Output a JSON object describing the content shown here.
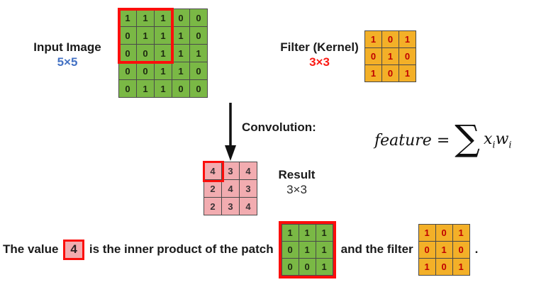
{
  "colors": {
    "grid_green": "#7ab845",
    "grid_orange": "#f3b028",
    "grid_pink": "#f2acb0",
    "highlight_red": "#fb0f0c",
    "label_blue": "#4472c4",
    "label_red": "#fb1a14",
    "filter_number_red": "#c00000"
  },
  "input": {
    "label": "Input Image",
    "size_label": "5×5",
    "grid": {
      "values": [
        [
          1,
          1,
          1,
          0,
          0
        ],
        [
          0,
          1,
          1,
          1,
          0
        ],
        [
          0,
          0,
          1,
          1,
          1
        ],
        [
          0,
          0,
          1,
          1,
          0
        ],
        [
          0,
          1,
          1,
          0,
          0
        ]
      ]
    }
  },
  "filter": {
    "label": "Filter (Kernel)",
    "size_label": "3×3",
    "grid": {
      "values": [
        [
          1,
          0,
          1
        ],
        [
          0,
          1,
          0
        ],
        [
          1,
          0,
          1
        ]
      ]
    }
  },
  "convolution_label": "Convolution:",
  "formula": {
    "lhs": "feature =",
    "sigma": "∑",
    "x_base": "x",
    "x_sub": "i",
    "w_base": "w",
    "w_sub": "i"
  },
  "result": {
    "label": "Result",
    "size_label": "3×3",
    "grid": {
      "values": [
        [
          4,
          3,
          4
        ],
        [
          2,
          4,
          3
        ],
        [
          2,
          3,
          4
        ]
      ]
    }
  },
  "bottom": {
    "prefix": "The value",
    "highlight_value": "4",
    "middle": "is the inner product of the patch",
    "and_text": "and the filter",
    "period": ".",
    "patch_grid": {
      "values": [
        [
          1,
          1,
          1
        ],
        [
          0,
          1,
          1
        ],
        [
          0,
          0,
          1
        ]
      ]
    },
    "filter_grid": {
      "values": [
        [
          1,
          0,
          1
        ],
        [
          0,
          1,
          0
        ],
        [
          1,
          0,
          1
        ]
      ]
    }
  }
}
